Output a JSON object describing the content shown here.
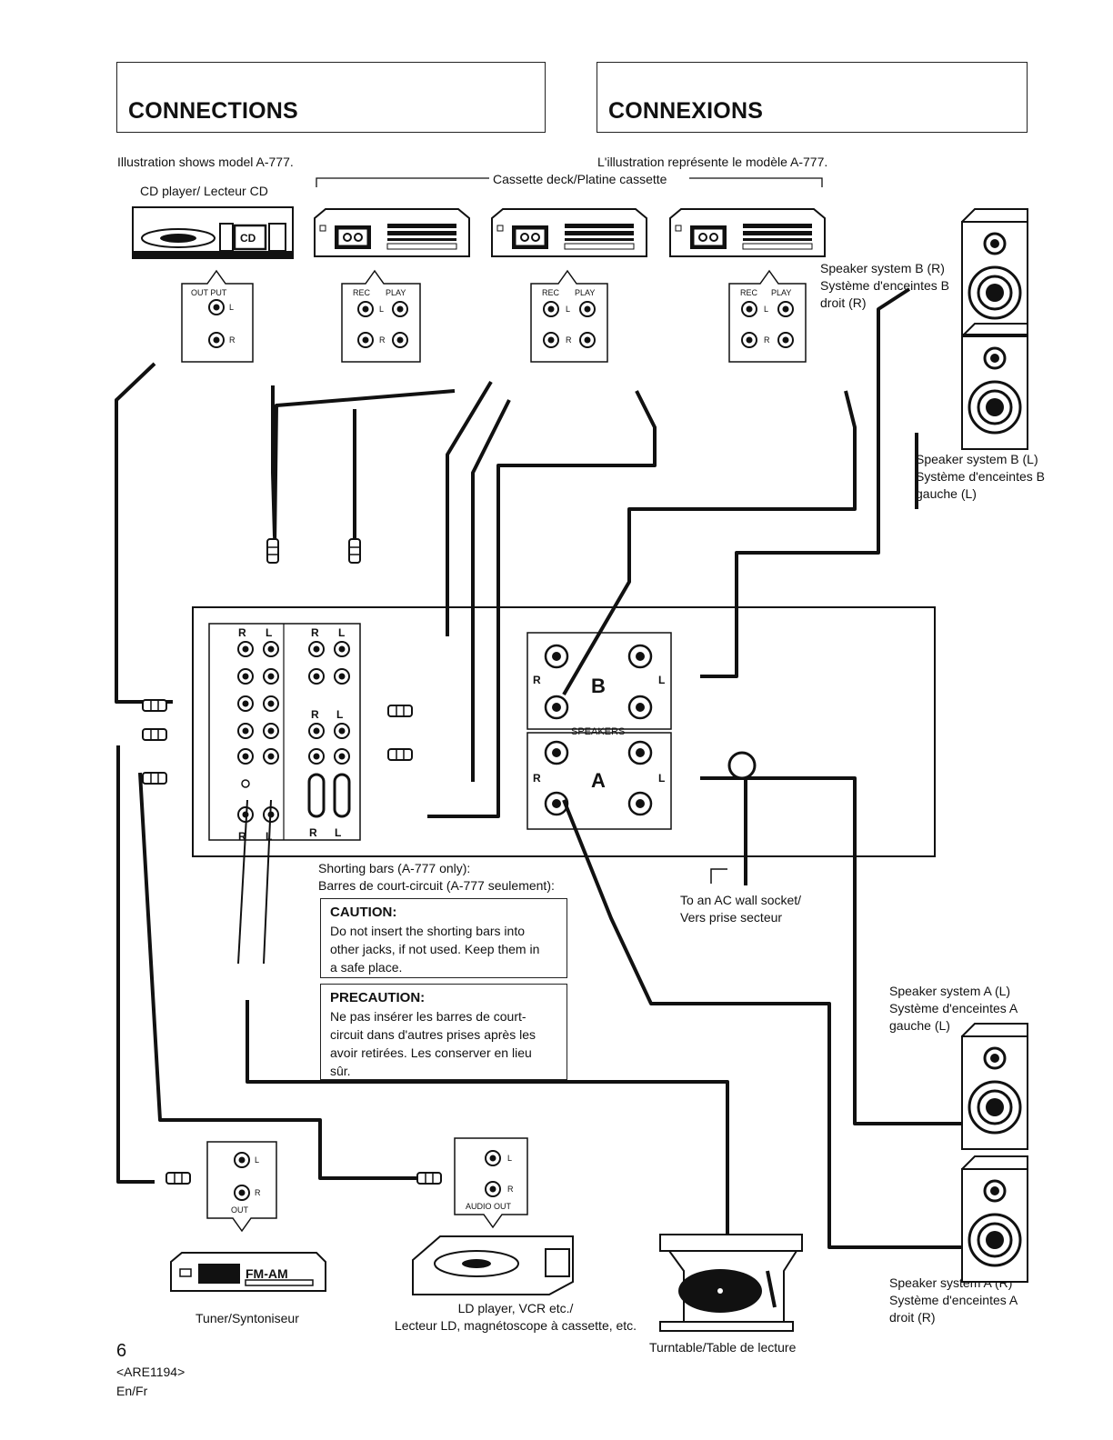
{
  "headings": {
    "en": "CONNECTIONS",
    "fr": "CONNEXIONS"
  },
  "intro": {
    "en": "Illustration shows model A-777.",
    "fr": "L'illustration représente le modèle A-777."
  },
  "devices": {
    "cd": "CD player/ Lecteur CD",
    "cassette": "Cassette deck/Platine cassette",
    "tuner": "Tuner/Syntoniseur",
    "ld_en": "LD player, VCR etc./",
    "ld_fr": "Lecteur LD, magnétoscope à cassette, etc.",
    "turntable": "Turntable/Table de lecture",
    "cd_button": "CD",
    "tuner_display": "FM-AM"
  },
  "speakers": {
    "b_r": [
      "Speaker system B (R)",
      "Système d'enceintes B",
      "droit (R)"
    ],
    "b_l": [
      "Speaker system B (L)",
      "Système d'enceintes B",
      "gauche (L)"
    ],
    "a_l": [
      "Speaker system A (L)",
      "Système d'enceintes A",
      "gauche (L)"
    ],
    "a_r": [
      "Speaker system A (R)",
      "Système d'enceintes A",
      "droit (R)"
    ]
  },
  "jacks": {
    "out_put": "OUT PUT",
    "rec": "REC",
    "play": "PLAY",
    "l": "L",
    "r": "R",
    "out": "OUT",
    "audio_out": "AUDIO OUT",
    "speakers": "SPEAKERS",
    "b": "B",
    "a": "A"
  },
  "ac": [
    "To an AC wall socket/",
    "Vers prise secteur"
  ],
  "shorting": [
    "Shorting bars (A-777 only):",
    "Barres de court-circuit (A-777 seulement):"
  ],
  "caution": {
    "title": "CAUTION:",
    "lines": [
      "Do not insert the shorting bars into",
      "other jacks, if not used. Keep them in",
      "a safe place."
    ]
  },
  "precaution": {
    "title": "PRECAUTION:",
    "lines": [
      "Ne pas insérer les barres de court-",
      "circuit dans d'autres prises après les",
      "avoir retirées. Les conserver en lieu",
      "sûr."
    ]
  },
  "footer": {
    "page": "6",
    "code": "<ARE1194>",
    "lang": "En/Fr"
  }
}
